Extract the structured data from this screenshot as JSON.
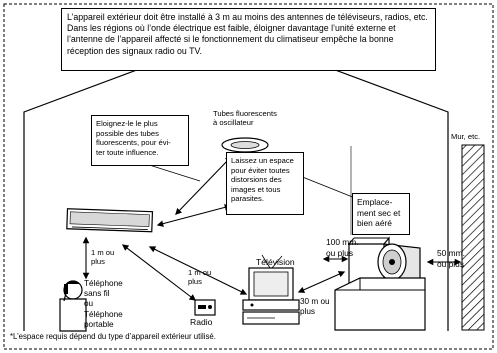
{
  "top_notice": "L’appareil extérieur doit être installé à 3 m au moins des antennes de téléviseurs, radios, etc. Dans les régions où l’onde électrique est faible, éloigner davantage l’unité externe et l’antenne de l’appareil affecté si le fonctionnement du climatiseur empêche la bonne réception des signaux radio ou TV.",
  "fluorescent_note": [
    "Eloignez-le le plus",
    "possible des tubes",
    "fluorescents, pour évi-",
    "ter toute influence."
  ],
  "tubes_label": [
    "Tubes fluorescents",
    "à oscillateur"
  ],
  "space_note": [
    "Laissez un espace",
    "pour éviter toutes",
    "distorsions des",
    "images et tous",
    "parasites."
  ],
  "wall_label": "Mur, etc.",
  "location_label": [
    "Emplace-",
    "ment sec et",
    "bien aéré"
  ],
  "dist_1m_a": [
    "1 m ou",
    "plus"
  ],
  "dist_1m_b": [
    "1 m ou",
    "plus"
  ],
  "dist_100mm": [
    "100 mm.",
    "ou plus"
  ],
  "dist_50mm": [
    "50 mm.",
    "ou plus"
  ],
  "dist_30cm": [
    "30 m ou",
    "plus"
  ],
  "phone_label": [
    "Téléphone",
    "sans fil",
    "ou",
    "Téléphone",
    "portable"
  ],
  "tv_label": "Télévision",
  "radio_label": "Radio",
  "footnote": "*L’espace requis dépend du type d’appareil extérieur utilisé."
}
